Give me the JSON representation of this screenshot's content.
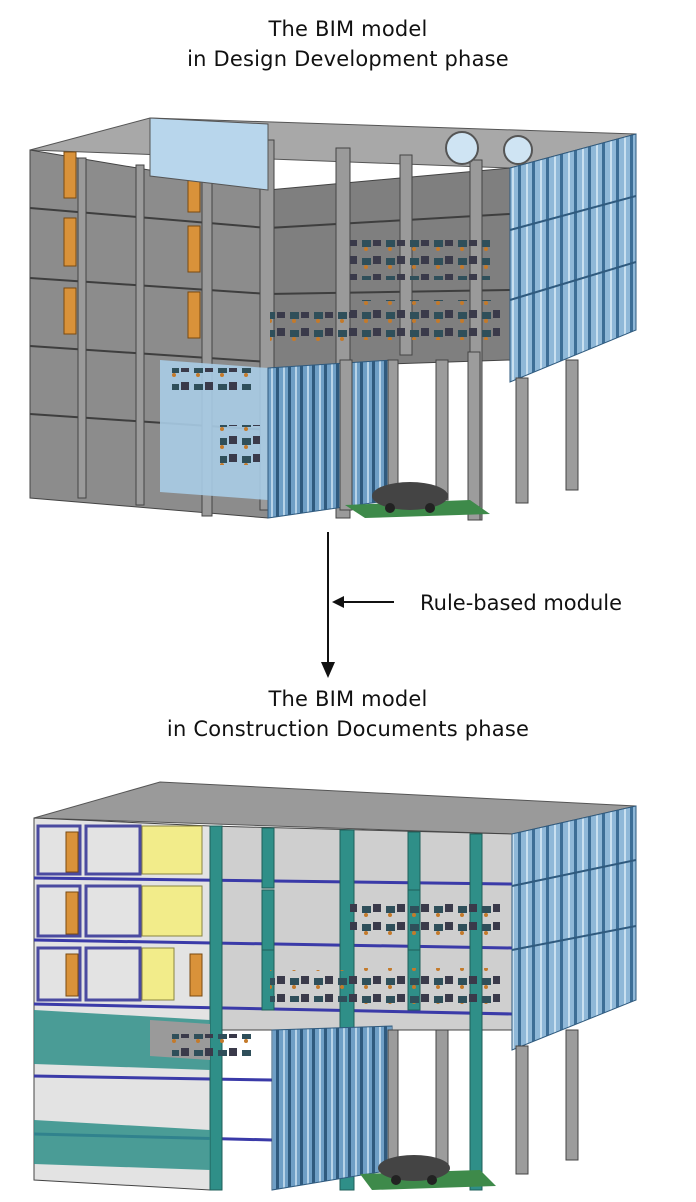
{
  "top_caption": {
    "line1": "The BIM model",
    "line2": "in Design Development phase"
  },
  "bottom_caption": {
    "line1": "The BIM model",
    "line2": "in Construction Documents phase"
  },
  "transition": {
    "label": "Rule-based module"
  },
  "colors": {
    "concrete": "#8c8c8c",
    "concrete_dark": "#6e6e6e",
    "glass": "#8fb8d8",
    "glass_dark": "#4f7ea5",
    "door": "#d9923a",
    "cd_floor": "#cfcfcf",
    "cd_column": "#2f8f88",
    "cd_slab_edge": "#3a3aa8",
    "cd_yellow": "#f2ec8a",
    "ground": "#3e8a4a"
  }
}
